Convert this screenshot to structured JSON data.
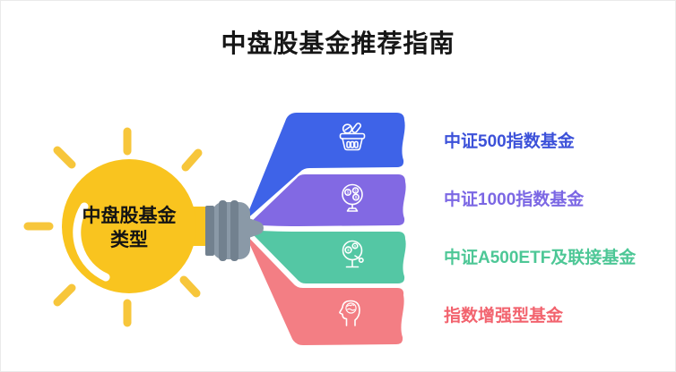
{
  "title": "中盘股基金推荐指南",
  "bulb": {
    "label_line1": "中盘股基金",
    "label_line2": "类型",
    "fill": "#F9C41F",
    "ray_color": "#F7C63B",
    "base_color": "#8A99A7",
    "base_ridge_color": "#72818F",
    "highlight_color": "#FFFFFF"
  },
  "branches": [
    {
      "label": "中证500指数基金",
      "ribbon_color": "#3E63E8",
      "label_color": "#3C51D9",
      "icon": "shopping-basket-icon"
    },
    {
      "label": "中证1000指数基金",
      "ribbon_color": "#8269E3",
      "label_color": "#7B67E4",
      "icon": "money-tree-icon"
    },
    {
      "label": "中证A500ETF及联接基金",
      "ribbon_color": "#54C7A4",
      "label_color": "#4DC796",
      "icon": "coin-tree-icon"
    },
    {
      "label": "指数增强型基金",
      "ribbon_color": "#F37E84",
      "label_color": "#F2636E",
      "icon": "head-brain-icon"
    }
  ]
}
